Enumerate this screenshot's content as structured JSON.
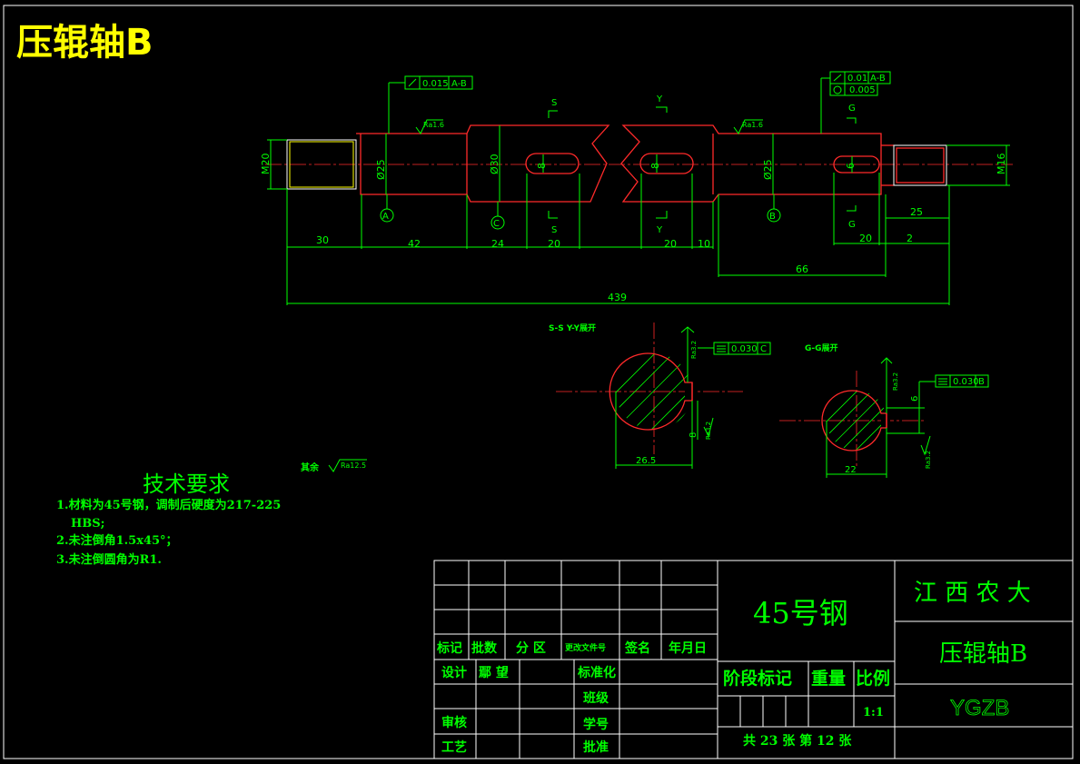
{
  "title": "压辊轴B",
  "gdt": {
    "left_runout": "0.015",
    "left_datum": "A-B",
    "right_runout": "0.01",
    "right_runout_datum": "A-B",
    "right_cylindricity": "0.005",
    "ss_symmetry": "0.030",
    "ss_datum": "C",
    "gg_symmetry": "0.030",
    "gg_datum": "B"
  },
  "roughness": {
    "left": "Ra1.6",
    "right": "Ra1.6",
    "ss_a": "Ra3.2",
    "ss_b": "Ra3.2",
    "gg_a": "Ra3.2",
    "gg_b": "Ra3.2",
    "rest_label": "其余",
    "rest_value": "Ra12.5"
  },
  "sections": {
    "s": "S",
    "y": "Y",
    "g": "G",
    "ss_label": "S-S Y-Y展开",
    "gg_label": "G-G展开"
  },
  "datums": {
    "a": "A",
    "b": "B",
    "c": "C"
  },
  "diameters": {
    "m20": "M20",
    "d25_left": "Ø25",
    "d30": "Ø30",
    "d25_right": "Ø25",
    "m16": "M16",
    "key_8a": "8",
    "key_8b": "8",
    "key_6": "6"
  },
  "dims": {
    "d30": "30",
    "d42": "42",
    "d24": "24",
    "d20a": "20",
    "d20b": "20",
    "d10": "10",
    "d25": "25",
    "d20c": "20",
    "d2": "2",
    "d66": "66",
    "d439": "439",
    "ss_width": "26.5",
    "ss_key": "8",
    "gg_width": "22",
    "gg_key": "6"
  },
  "tech": {
    "heading": "技术要求",
    "line1": "1.材料为45号钢，调制后硬度为217-225",
    "line1b": "HBS;",
    "line2": "2.未注倒角1.5x45°；",
    "line3": "3.未注倒圆角为R1."
  },
  "title_block": {
    "material": "45号钢",
    "school": "江 西 农 大",
    "part_name": "压辊轴B",
    "code": "YGZB",
    "col_mark": "标记",
    "col_count": "批数",
    "col_zone": "分 区",
    "col_docno": "更改文件号",
    "col_sign": "签名",
    "col_date": "年月日",
    "design": "设计",
    "designer": "鄢 望",
    "standard": "标准化",
    "class": "班级",
    "review": "审核",
    "student_no": "学号",
    "process": "工艺",
    "approve": "批准",
    "stage_mark": "阶段标记",
    "weight": "重量",
    "scale_label": "比例",
    "scale": "1:1",
    "sheets": "共 23 张 第 12 张"
  }
}
